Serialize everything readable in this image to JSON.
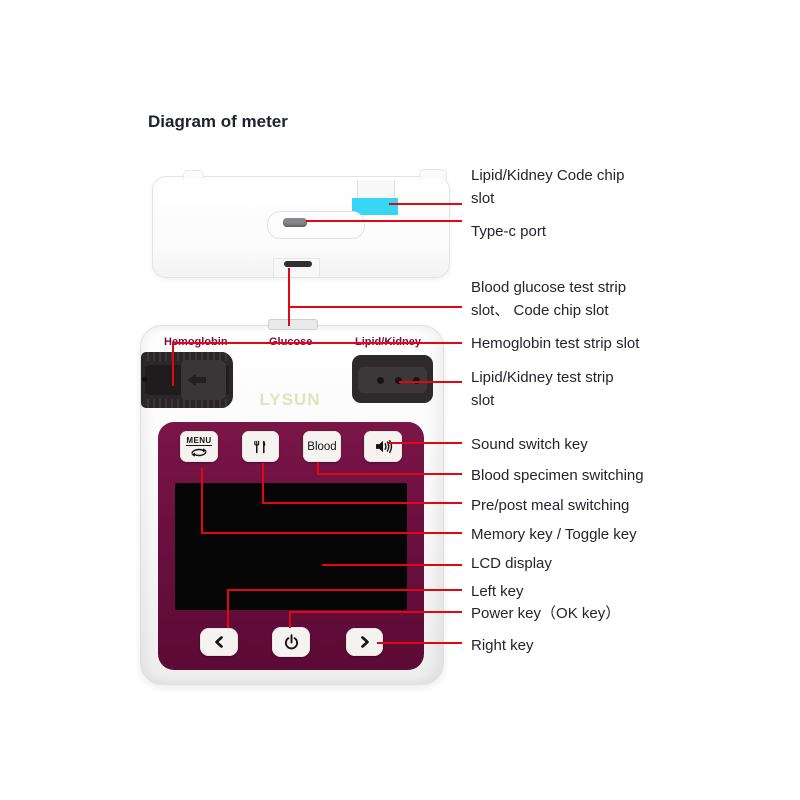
{
  "title": "Diagram of meter",
  "colors": {
    "callout_red": "#e30613",
    "panel_maroon": "#6b0f3f",
    "chip_slot_cyan": "#38d6f3",
    "label_text": "#23242e",
    "device_label_maroon": "#6e1342",
    "logo_cream": "#e0e4b9",
    "lcd_black": "#060606"
  },
  "top_device": {
    "parts": [
      "code-chip-slot",
      "type-c-port",
      "strip-slot"
    ]
  },
  "main_device": {
    "labels": {
      "hemoglobin": "Hemoglobin",
      "glucose": "Glucose",
      "lipid_kidney": "Lipid/Kidney"
    },
    "logo": "LYSUN",
    "buttons": {
      "menu": "MENU",
      "blood": "Blood"
    },
    "icons": {
      "menu_toggle": "cycle-arrows-icon",
      "meal": "fork-knife-icon",
      "sound": "speaker-icon",
      "left": "chevron-left-icon",
      "power": "power-icon",
      "right": "chevron-right-icon"
    }
  },
  "callouts": [
    {
      "line1": "Lipid/Kidney Code chip",
      "line2": "slot"
    },
    {
      "line1": "Type-c port"
    },
    {
      "line1": "Blood glucose test strip",
      "line2": "slot、 Code chip slot"
    },
    {
      "line1": "Hemoglobin test strip slot"
    },
    {
      "line1": "Lipid/Kidney test strip",
      "line2": "slot"
    },
    {
      "line1": "Sound switch key"
    },
    {
      "line1": "Blood specimen switching"
    },
    {
      "line1": "Pre/post meal switching"
    },
    {
      "line1": "Memory key / Toggle key"
    },
    {
      "line1": "LCD display"
    },
    {
      "line1": "Left key"
    },
    {
      "line1": "Power key（OK key）"
    },
    {
      "line1": "Right key"
    }
  ]
}
